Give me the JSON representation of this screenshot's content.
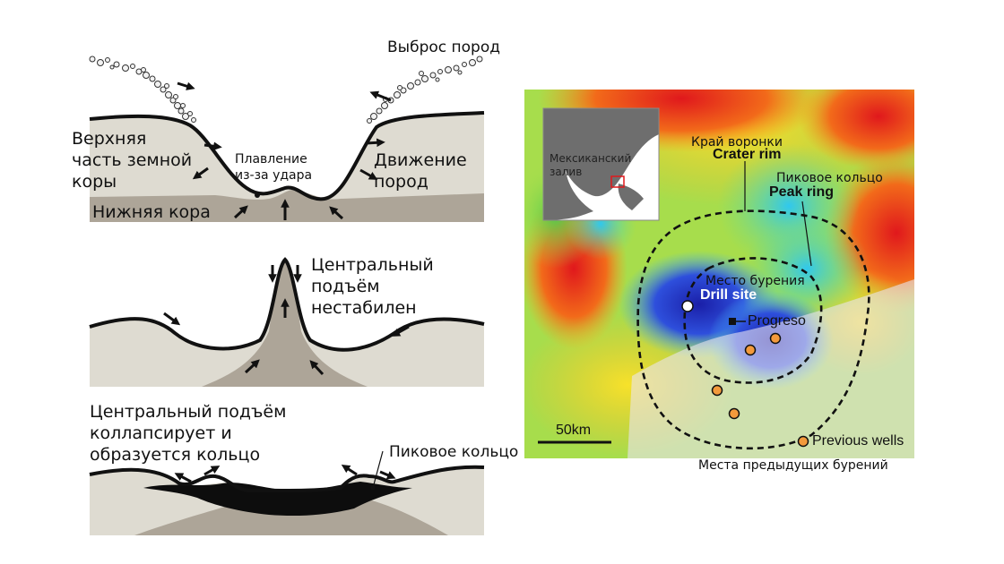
{
  "panel1": {
    "ejecta_label": "Выброс пород",
    "upper_crust_label": "Верхняя часть земной коры",
    "impact_melt_label": "Плавление из-за удара",
    "rock_motion_label": "Движение пород",
    "lower_crust_label": "Нижняя кора"
  },
  "panel2": {
    "uplift_label": "Центральный подъём нестабилен"
  },
  "panel3": {
    "collapse_label": "Центральный подъём коллапсирует и образуется кольцо",
    "peak_ring_label": "Пиковое кольцо"
  },
  "map": {
    "inset_label": "Мексиканский залив",
    "crater_rim_ru": "Край воронки",
    "crater_rim_en": "Crater rim",
    "peak_ring_ru": "Пиковое кольцо",
    "peak_ring_en": "Peak ring",
    "drill_site_ru": "Место бурения",
    "drill_site_en": "Drill site",
    "progreso": "Progreso",
    "scale": "50km",
    "previous_wells_en": "Previous wells",
    "previous_wells_ru": "Места предыдущих бурений"
  },
  "colors": {
    "upper_crust": "#dedbd1",
    "lower_crust": "#ada598",
    "melt": "#0d0d0d",
    "well_marker": "#f39a3c",
    "crater_rim_line": "#111111"
  }
}
